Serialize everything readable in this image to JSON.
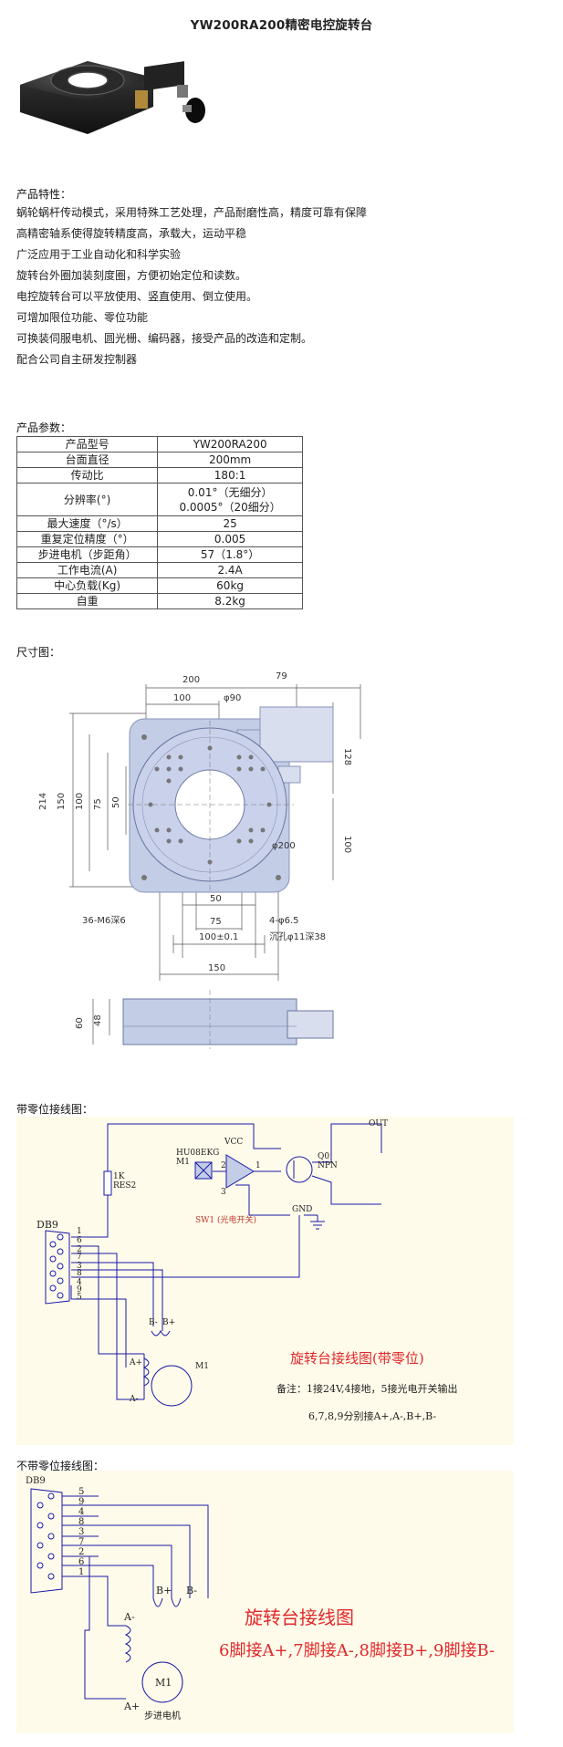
{
  "page": {
    "title": "YW200RA200精密电控旋转台"
  },
  "features": {
    "heading": "产品特性：",
    "items": [
      "蜗轮蜗杆传动模式，采用特殊工艺处理，产品耐磨性高，精度可靠有保障",
      "高精密轴系使得旋转精度高，承载大，运动平稳",
      "广泛应用于工业自动化和科学实验",
      "旋转台外圈加装刻度圈，方便初始定位和读数。",
      "电控旋转台可以平放使用、竖直使用、倒立使用。",
      "可增加限位功能、零位功能",
      "可换装伺服电机、圆光栅、编码器，接受产品的改造和定制。",
      "配合公司自主研发控制器"
    ]
  },
  "params": {
    "heading": "产品参数：",
    "rows": [
      {
        "label": "产品型号",
        "value": "YW200RA200"
      },
      {
        "label": "台面直径",
        "value": "200mm"
      },
      {
        "label": "传动比",
        "value": "180:1"
      },
      {
        "label": "分辨率(°)",
        "value": "0.01°（无细分）",
        "value2": "0.0005°（20细分）"
      },
      {
        "label": "最大速度（°/s）",
        "value": "25"
      },
      {
        "label": "重复定位精度（°）",
        "value": "0.005"
      },
      {
        "label": "步进电机（步距角）",
        "value": "57（1.8°）"
      },
      {
        "label": "工作电流(A)",
        "value": "2.4A"
      },
      {
        "label": "中心负载(Kg)",
        "value": "60kg"
      },
      {
        "label": "自重",
        "value": "8.2kg"
      }
    ]
  },
  "dimension": {
    "heading": "尺寸图：",
    "labels": {
      "w200": "200",
      "w79": "79",
      "w100top": "100",
      "phi90": "φ90",
      "h128": "128",
      "h214": "214",
      "h150": "150",
      "h100": "100",
      "h75": "75",
      "h50": "50",
      "phi200": "φ200",
      "r100": "100",
      "holes": "36-M6深6",
      "b50": "50",
      "b75": "75",
      "b100": "100±0.1",
      "b150": "150",
      "mount": "4-φ6.5",
      "cbore": "沉孔φ11深38",
      "side60": "60",
      "side48": "48"
    }
  },
  "wiring_zero": {
    "heading": "带零位接线图：",
    "sensor": "HU08EKG",
    "m1": "M1",
    "vcc": "VCC",
    "out": "OUT",
    "q0": "Q0",
    "npn": "NPN",
    "pin1": "1",
    "pin2": "2",
    "pin3": "3",
    "gnd": "GND",
    "sw": "SW1 (光电开关)",
    "r": "1K",
    "rname": "RES2",
    "db9": "DB9",
    "pins": [
      "1",
      "6",
      "2",
      "7",
      "3",
      "8",
      "4",
      "9",
      "5"
    ],
    "bminus": "B-",
    "bplus": "B+",
    "aplus": "A+",
    "aminus": "A-",
    "motor": "M1",
    "caption": "旋转台接线图(带零位)",
    "note1": "备注：1接24V,4接地，5接光电开关输出",
    "note2": "6,7,8,9分别接A+,A-,B+,B-"
  },
  "wiring_nozero": {
    "heading": "不带零位接线图：",
    "db9": "DB9",
    "pins": [
      "5",
      "9",
      "4",
      "8",
      "3",
      "7",
      "2",
      "6",
      "1"
    ],
    "bplus": "B+",
    "bminus": "B-",
    "aminus": "A-",
    "aplus": "A+",
    "motor": "M1",
    "motor_label": "步进电机",
    "caption": "旋转台接线图",
    "note": "6脚接A+,7脚接A-,8脚接B+,9脚接B-"
  },
  "colors": {
    "plate": "#c3cde6",
    "panel": "#fffbea",
    "red": "#e0282a",
    "line": "#1a1aa8"
  }
}
